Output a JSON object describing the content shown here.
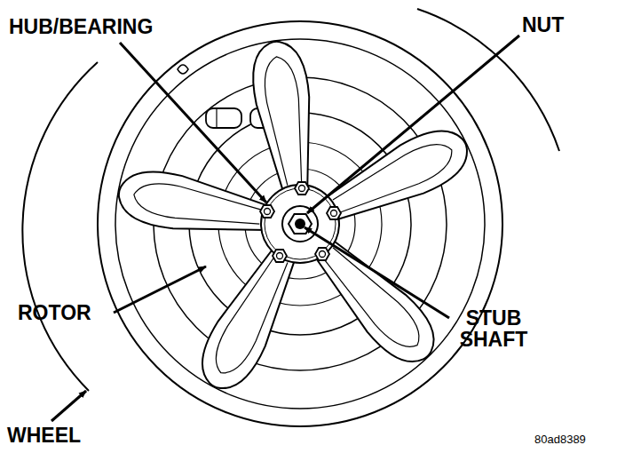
{
  "diagram": {
    "labels": [
      "HUB/BEARING",
      "NUT",
      "ROTOR",
      "STUB SHAFT",
      "WHEEL",
      "80ad8389"
    ]
  }
}
